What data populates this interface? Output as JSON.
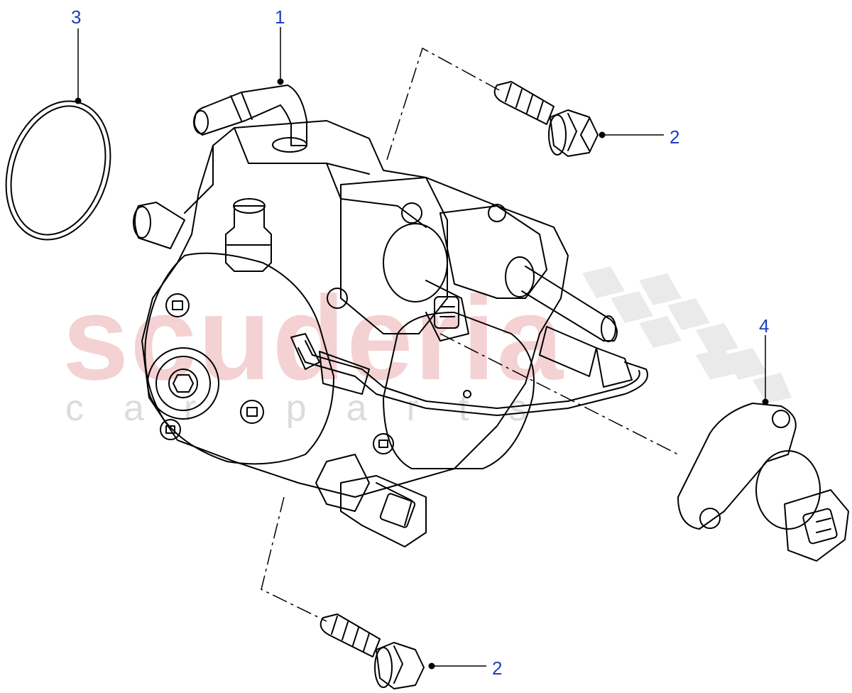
{
  "watermark": {
    "brand": "scuderia",
    "tagline": "car parts",
    "brand_color": "#f3c9cb",
    "tagline_color": "#d9d9d9"
  },
  "callouts": {
    "c1": "1",
    "c2a": "2",
    "c2b": "2",
    "c3": "3",
    "c4": "4"
  },
  "colors": {
    "line": "#000000",
    "callout": "#1f3fbf",
    "background": "#ffffff"
  }
}
